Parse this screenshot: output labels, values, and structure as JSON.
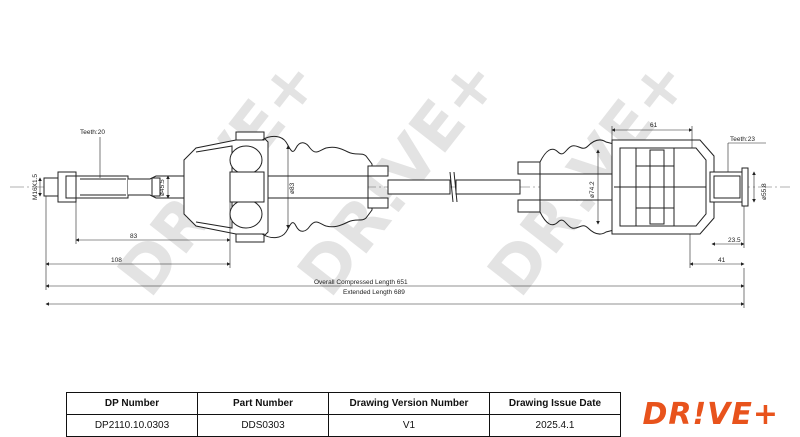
{
  "watermark": "DR!VE+",
  "dimensions": {
    "teeth_left": "Teeth:20",
    "teeth_right": "Teeth:23",
    "thread": "M16X1.5",
    "d_45_5": "ø45.5",
    "d_83": "ø83",
    "d_74_2": "ø74.2",
    "d_55_8": "ø55.8",
    "len_83": "83",
    "len_108": "108",
    "len_61": "61",
    "len_23_5": "23.5",
    "len_41": "41",
    "overall": "Overall  Compressed  Length 651",
    "extended": "Extended  Length 689"
  },
  "title_block": {
    "headers": [
      "DP Number",
      "Part Number",
      "Drawing Version Number",
      "Drawing Issue Date"
    ],
    "values": [
      "DP2110.10.0303",
      "DDS0303",
      "V1",
      "2025.4.1"
    ],
    "logo": "DR!VE+",
    "logo_color": "#e8531c"
  }
}
